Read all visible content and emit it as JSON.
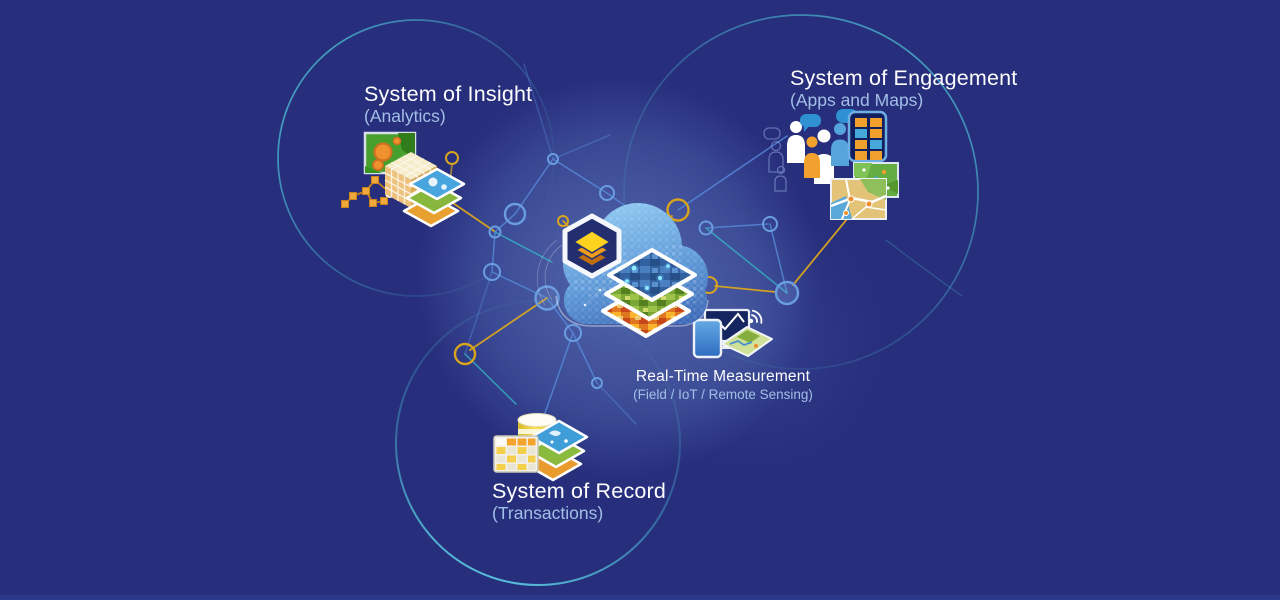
{
  "systems": {
    "insight": {
      "title": "System of Insight",
      "subtitle": "(Analytics)"
    },
    "engagement": {
      "title": "System of Engagement",
      "subtitle": "(Apps and Maps)"
    },
    "record": {
      "title": "System of Record",
      "subtitle": "(Transactions)"
    },
    "realtime": {
      "title": "Real-Time Measurement",
      "subtitle": "(Field / IoT / Remote Sensing)"
    }
  },
  "palette": {
    "background": "#272e7c",
    "glow": "#80a2de",
    "title_text": "#fdfdfe",
    "subtitle_text": "#a2bfe6",
    "circle_teal": "#49b8cf",
    "circle_cyan": "#5fd4ea",
    "line_blue": "#5588d8",
    "line_yellow": "#d9a41e",
    "line_teal": "#36b3c6",
    "cloud_blue": "#6fa8dd",
    "accent_orange": "#f0a02c",
    "accent_yellow": "#ffd21f",
    "accent_green": "#7fae3d"
  },
  "icons": {
    "center": [
      "cloud-icon",
      "hexagon-layers-badge-icon",
      "imagery-layer-stack-icon"
    ],
    "insight": [
      "bubble-map-icon",
      "data-cube-icon",
      "layer-stack-icon",
      "graph-network-icon"
    ],
    "engagement": [
      "people-group-icon",
      "speech-bubble-icon",
      "mobile-app-icon",
      "dot-map-icon",
      "street-map-icon"
    ],
    "record": [
      "database-icon",
      "attribute-table-icon",
      "layer-stack-icon"
    ],
    "realtime": [
      "chart-monitor-icon",
      "mobile-device-icon",
      "field-map-icon",
      "wireless-signal-icon"
    ]
  }
}
